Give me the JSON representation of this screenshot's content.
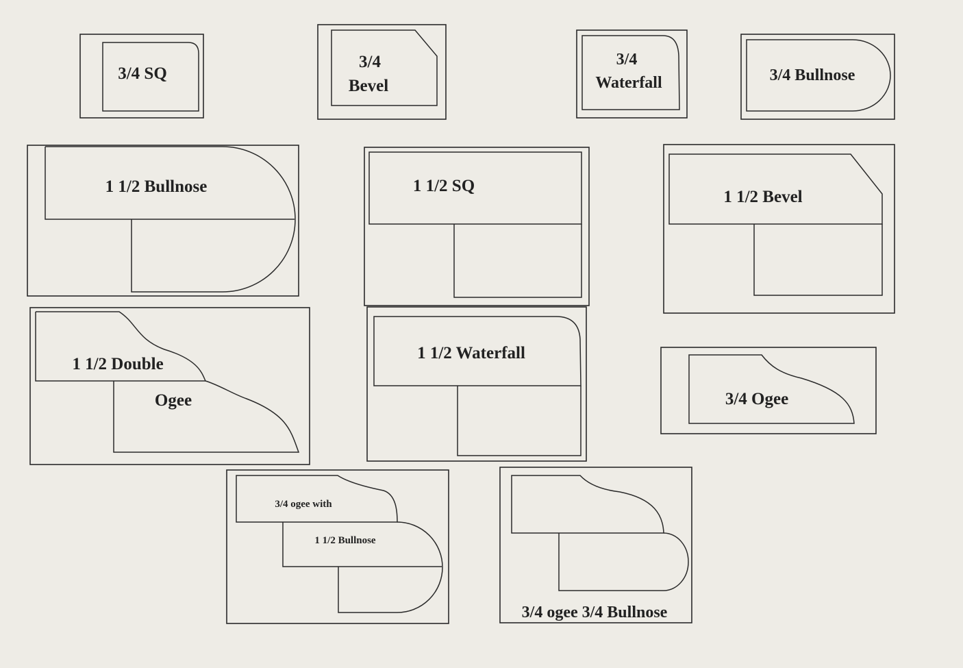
{
  "edge_profiles": [
    {
      "id": "sq34",
      "lines": [
        "3/4 SQ"
      ]
    },
    {
      "id": "bevel34",
      "lines": [
        "3/4",
        "Bevel"
      ]
    },
    {
      "id": "waterfall34",
      "lines": [
        "3/4",
        "Waterfall"
      ]
    },
    {
      "id": "bullnose34",
      "lines": [
        "3/4 Bullnose"
      ]
    },
    {
      "id": "bullnose112",
      "lines": [
        "1 1/2 Bullnose"
      ]
    },
    {
      "id": "sq112",
      "lines": [
        "1 1/2 SQ"
      ]
    },
    {
      "id": "bevel112",
      "lines": [
        "1 1/2  Bevel"
      ]
    },
    {
      "id": "doubleogee112",
      "lines": [
        "1 1/2 Double",
        "Ogee"
      ]
    },
    {
      "id": "waterfall112",
      "lines": [
        "1 1/2 Waterfall"
      ]
    },
    {
      "id": "ogee34",
      "lines": [
        "3/4 Ogee"
      ]
    },
    {
      "id": "ogee34bull112",
      "lines": [
        "3/4 ogee with",
        "1 1/2 Bullnose"
      ]
    },
    {
      "id": "ogee34bull34",
      "lines": [
        "3/4 ogee 3/4 Bullnose"
      ]
    }
  ]
}
